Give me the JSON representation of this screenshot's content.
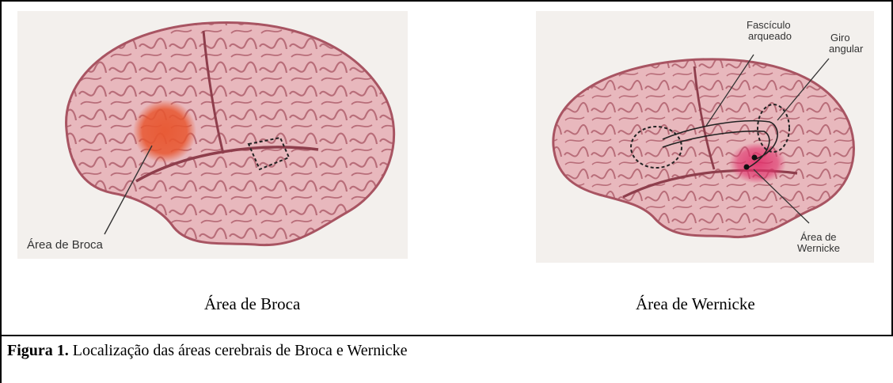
{
  "panels": {
    "broca": {
      "image_label": "Área de Broca",
      "caption": "Área de Broca"
    },
    "wernicke": {
      "label_fasciculo_1": "Fascículo",
      "label_fasciculo_2": "arqueado",
      "label_giro_1": "Giro",
      "label_giro_2": "angular",
      "label_area_1": "Área de",
      "label_area_2": "Wernicke",
      "caption": "Área de Wernicke"
    }
  },
  "figure_caption": {
    "number": "Figura 1.",
    "text": " Localização das áreas cerebrais de Broca e Wernicke"
  },
  "colors": {
    "brain": "#e8b8bd",
    "sulci": "#a85462",
    "broca_highlight": "#e8562f",
    "wernicke_highlight": "#e0306a"
  }
}
